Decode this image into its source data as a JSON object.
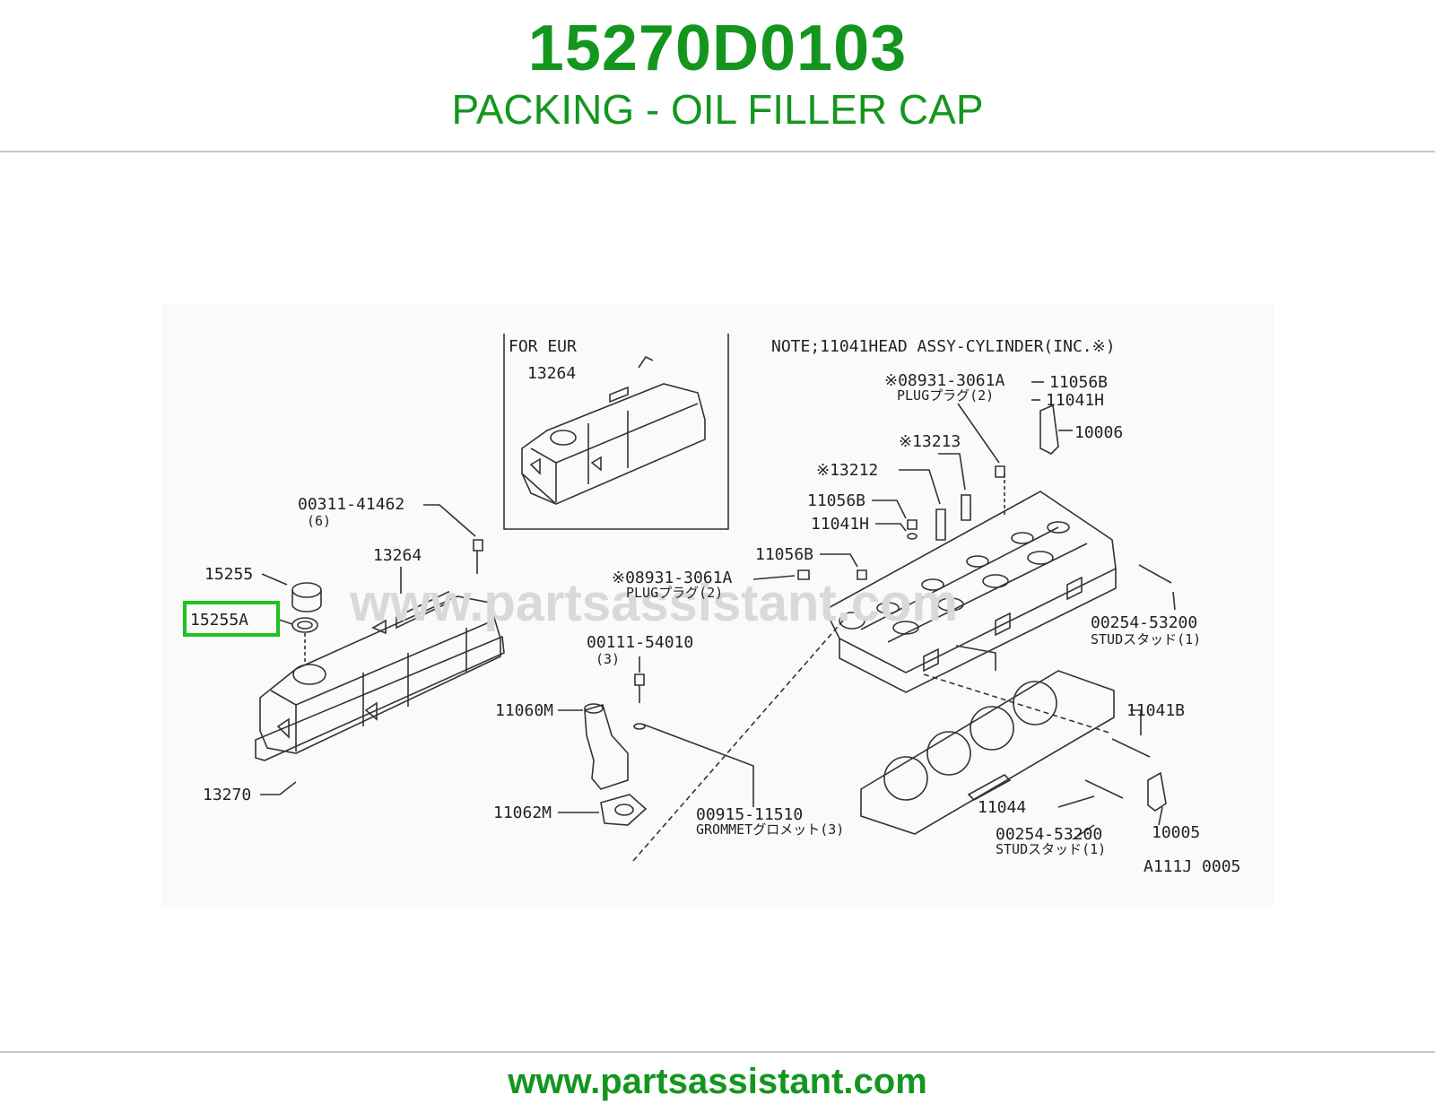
{
  "header": {
    "part_number": "15270D0103",
    "part_name": "PACKING - OIL FILLER CAP"
  },
  "footer": {
    "url": "www.partsassistant.com"
  },
  "diagram": {
    "watermark": "www.partsassistant.com",
    "for_eur": "FOR EUR",
    "note": "NOTE;11041HEAD ASSY-CYLINDER(INC.※)",
    "figure_code": "A111J 0005",
    "highlight_color": "#1fc21f",
    "labels": {
      "p13264_eur": "13264",
      "p00311": "00311-41462",
      "p00311_qty": "(6)",
      "p13264": "13264",
      "p15255": "15255",
      "p15255A": "15255A",
      "p13270": "13270",
      "p00111": "00111-54010",
      "p00111_qty": "(3)",
      "p11060M": "11060M",
      "p11062M": "11062M",
      "p00915": "00915-11510",
      "p00915_desc": "GROMMETグロメット(3)",
      "p08931_a": "※08931-3061A",
      "p08931_a_desc": "PLUGプラグ(2)",
      "p11056B_a": "11056B",
      "p11041H_a": "11041H",
      "p11056B_b": "11056B",
      "p13212": "※13212",
      "p13213": "※13213",
      "p08931_b": "※08931-3061A",
      "p08931_b_desc": "PLUGプラグ(2)",
      "p11056B_c": "11056B",
      "p11041H_b": "11041H",
      "p10006": "10006",
      "p00254_a": "00254-53200",
      "p00254_a_desc": "STUDスタッド(1)",
      "p11041B": "11041B",
      "p11044": "11044",
      "p00254_b": "00254-53200",
      "p00254_b_desc": "STUDスタッド(1)",
      "p10005": "10005"
    }
  }
}
